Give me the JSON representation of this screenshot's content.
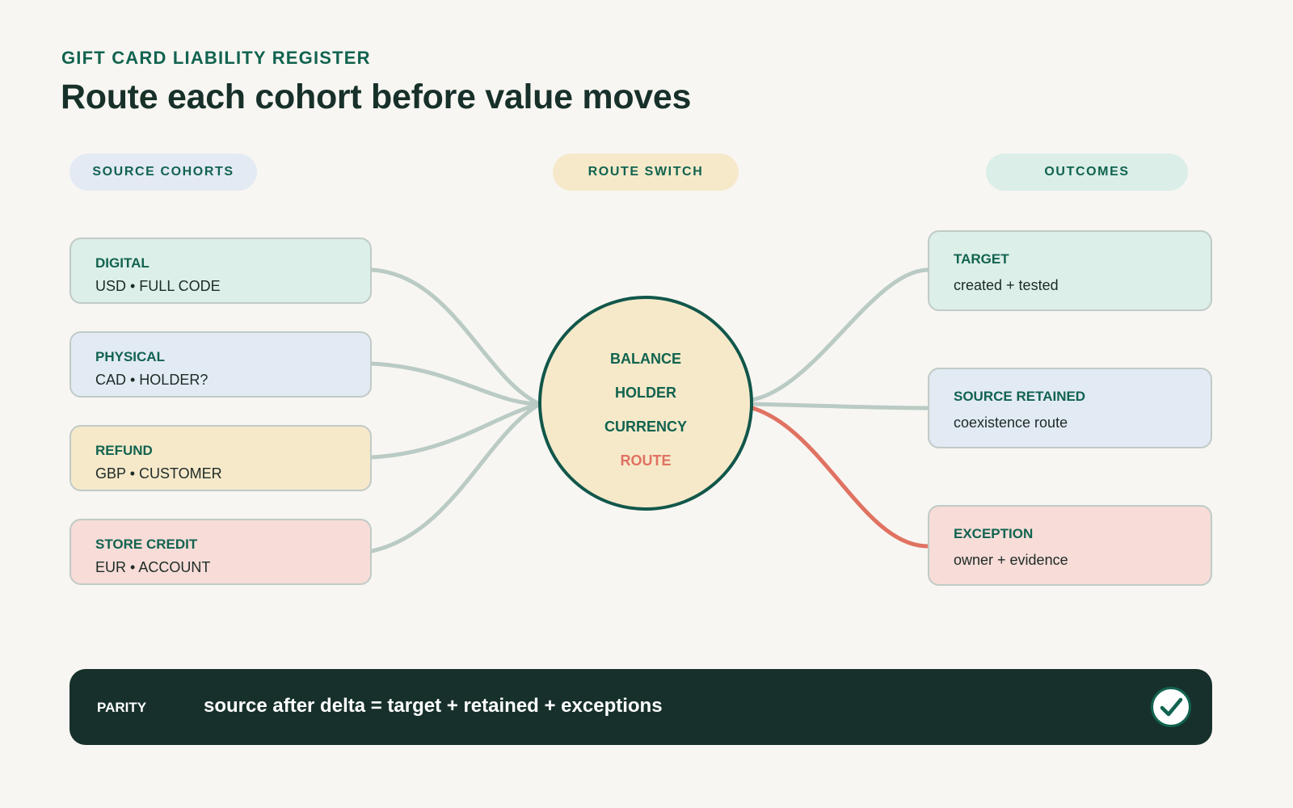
{
  "header": {
    "eyebrow": "GIFT CARD LIABILITY REGISTER",
    "title": "Route each cohort before value moves"
  },
  "columns": {
    "source": "SOURCE COHORTS",
    "route": "ROUTE SWITCH",
    "outcomes": "OUTCOMES"
  },
  "sources": [
    {
      "title": "DIGITAL",
      "detail": "USD • FULL CODE",
      "color": "#dcefe8"
    },
    {
      "title": "PHYSICAL",
      "detail": "CAD • HOLDER?",
      "color": "#e2eaf3"
    },
    {
      "title": "REFUND",
      "detail": "GBP • CUSTOMER",
      "color": "#f6e9ca"
    },
    {
      "title": "STORE CREDIT",
      "detail": "EUR • ACCOUNT",
      "color": "#f7dcd8"
    }
  ],
  "hub": {
    "lines": [
      "BALANCE",
      "HOLDER",
      "CURRENCY",
      "ROUTE"
    ]
  },
  "outcomes": [
    {
      "title": "TARGET",
      "detail": "created + tested",
      "color": "#dcefe8"
    },
    {
      "title": "SOURCE RETAINED",
      "detail": "coexistence route",
      "color": "#e2eaf3"
    },
    {
      "title": "EXCEPTION",
      "detail": "owner + evidence",
      "color": "#f7dcd8"
    }
  ],
  "parity": {
    "label": "PARITY",
    "equation": "source after delta = target + retained + exceptions",
    "status_icon": "checkmark-icon"
  },
  "colors": {
    "accent": "#11634f",
    "link": "#b9cbc4",
    "exception_link": "#e07262",
    "dark_panel": "#17302c"
  }
}
